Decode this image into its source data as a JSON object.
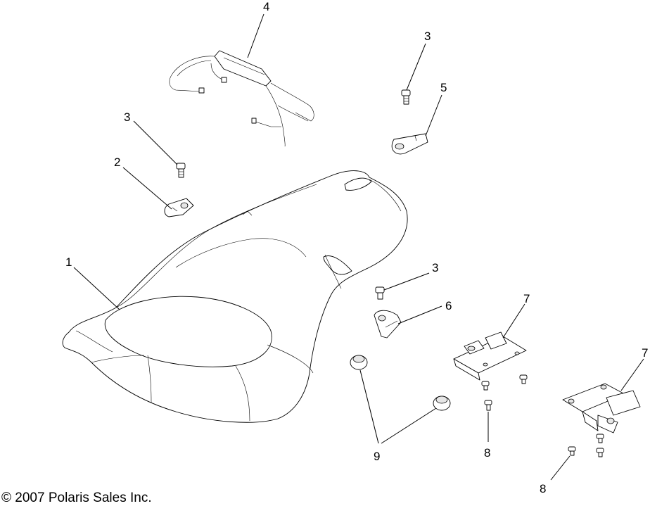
{
  "copyright": "© 2007 Polaris Sales Inc.",
  "callouts": [
    "4",
    "3",
    "5",
    "3",
    "2",
    "1",
    "3",
    "6",
    "7",
    "7",
    "9",
    "8",
    "8"
  ]
}
